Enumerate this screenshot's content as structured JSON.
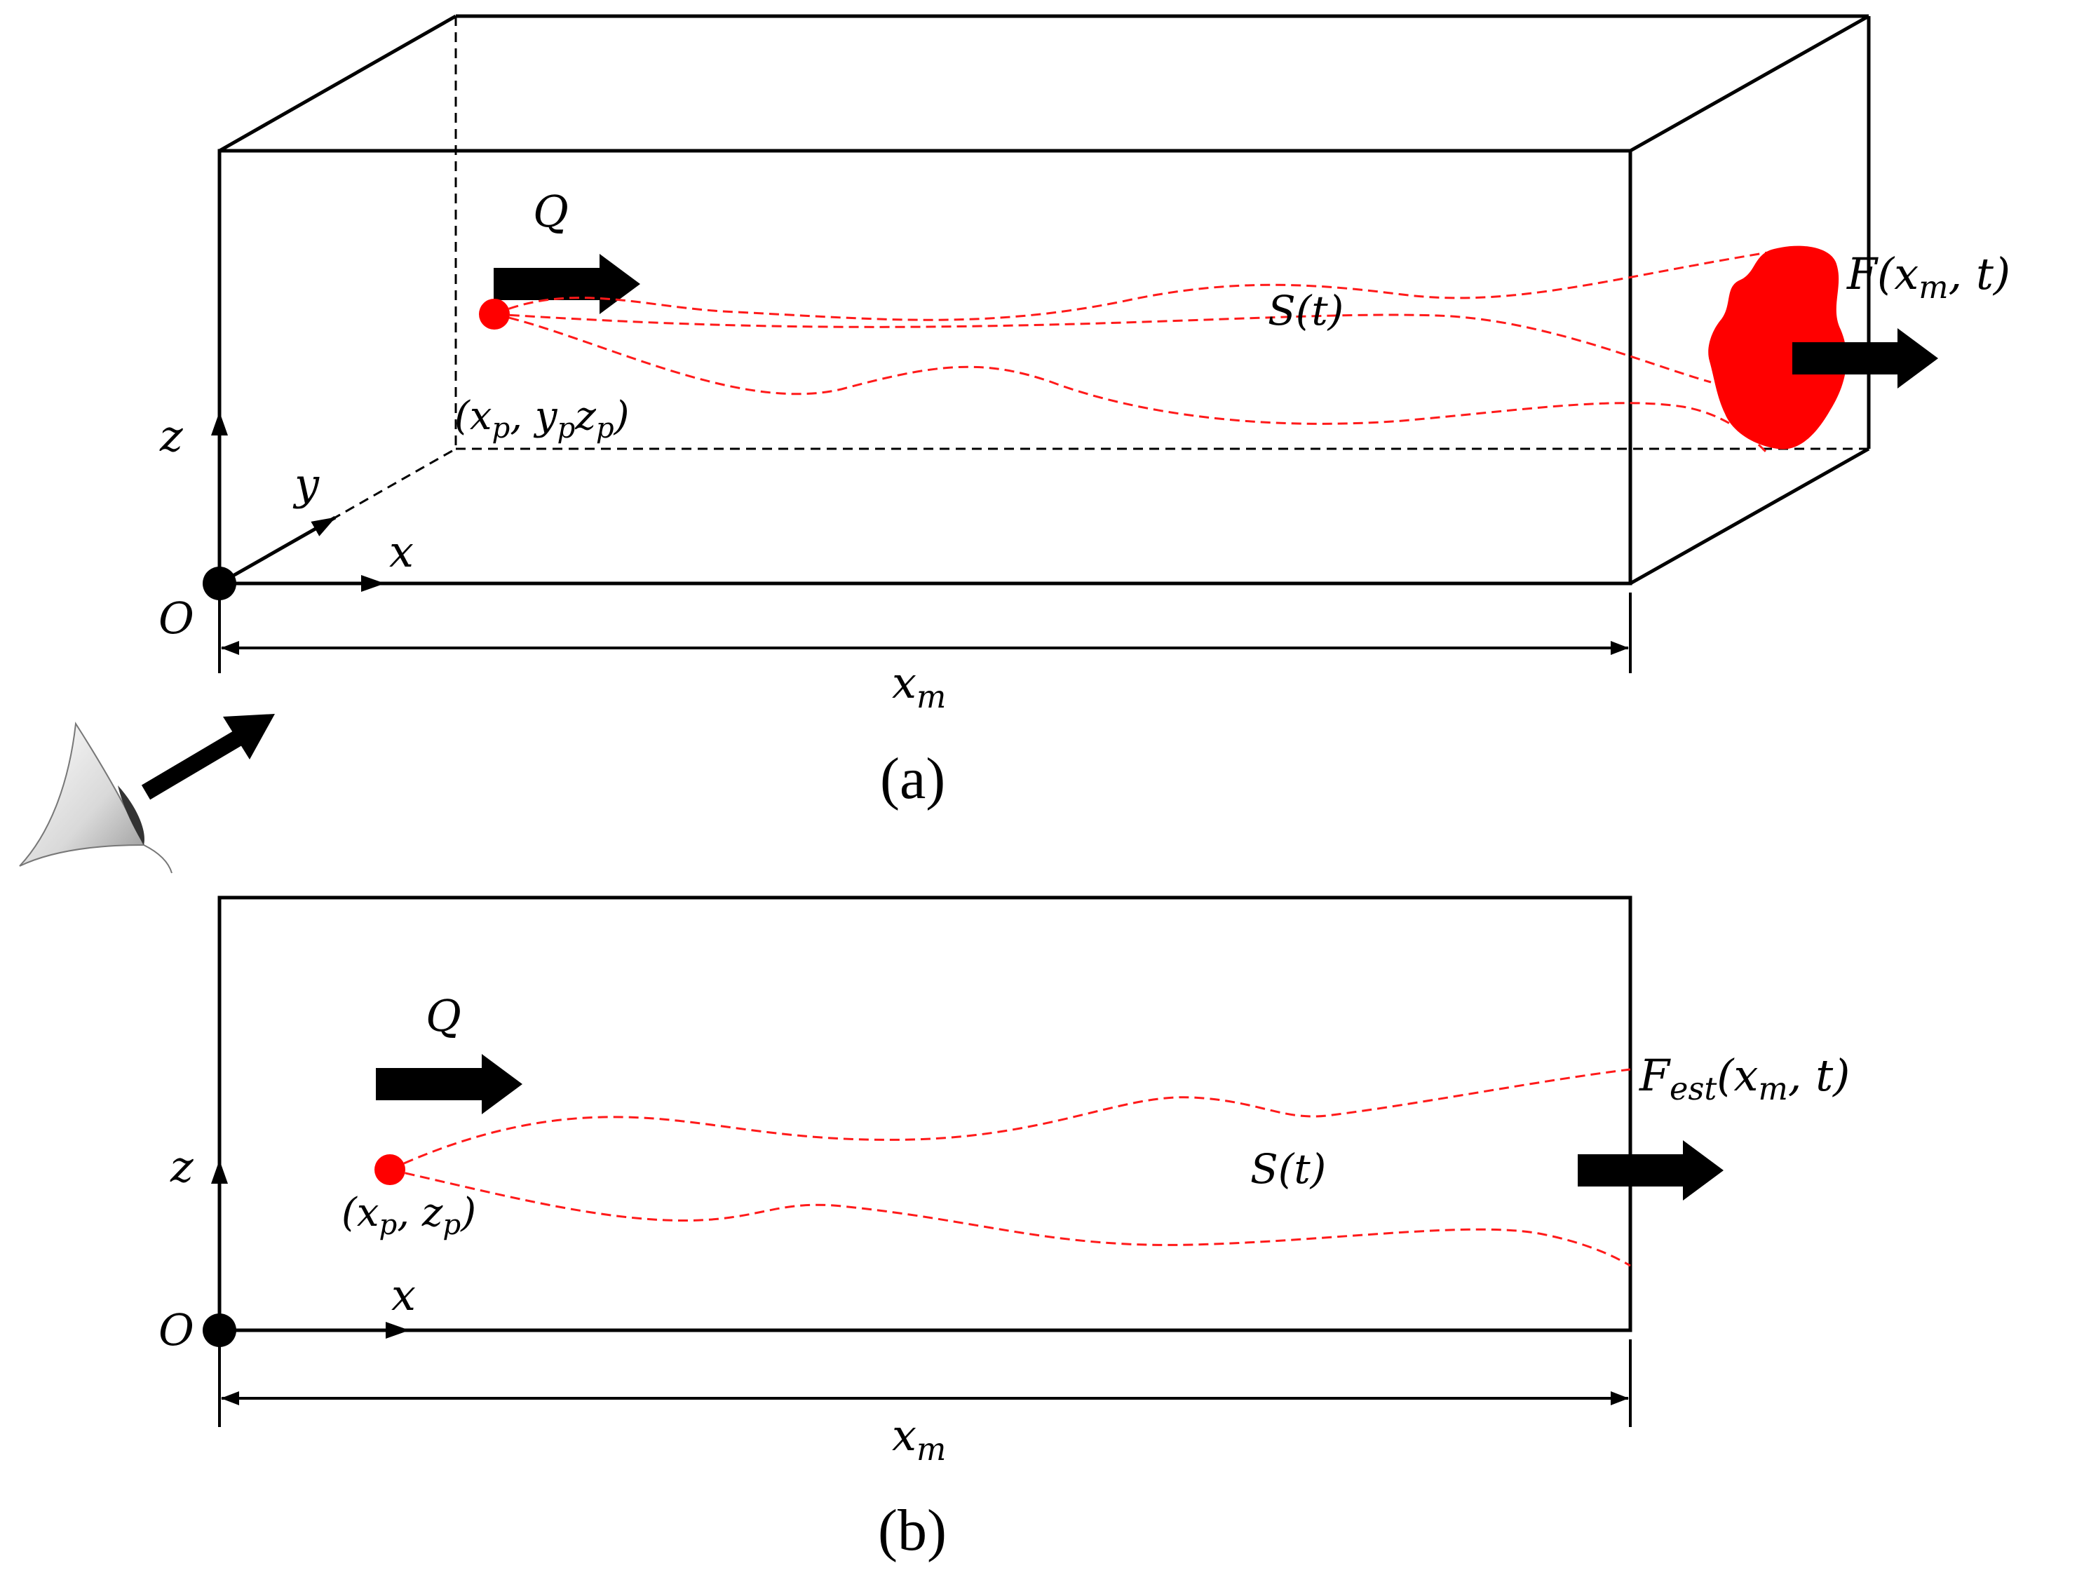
{
  "panel_a": {
    "flow_label": "Q",
    "source_label": {
      "open": "(",
      "x": "x",
      "x_sub": "p",
      "comma": ", ",
      "y": "y",
      "y_sub": "p",
      "z": "z",
      "z_sub": "p",
      "close": ")"
    },
    "path_label": "S(t)",
    "outlet_label": {
      "f": "F",
      "open": "(",
      "x": "x",
      "x_sub": "m",
      "rest": ", t)"
    },
    "axis_x": "x",
    "axis_y": "y",
    "axis_z": "z",
    "origin": "O",
    "length_label": {
      "x": "x",
      "sub": "m"
    },
    "caption": "(a)"
  },
  "panel_b": {
    "flow_label": "Q",
    "source_label": {
      "open": "(",
      "x": "x",
      "x_sub": "p",
      "comma": ", ",
      "z": "z",
      "z_sub": "p",
      "close": ")"
    },
    "path_label": "S(t)",
    "outlet_label": {
      "f": "F",
      "f_sub": "est",
      "open": "(",
      "x": "x",
      "x_sub": "m",
      "rest": ", t)"
    },
    "axis_x": "x",
    "axis_z": "z",
    "origin": "O",
    "length_label": {
      "x": "x",
      "sub": "m"
    },
    "caption": "(b)"
  },
  "colors": {
    "path": "#ff1a1a",
    "source": "#ff0000",
    "outline": "#000000"
  },
  "icons": [
    "eye-icon",
    "flow-arrow-icon"
  ]
}
